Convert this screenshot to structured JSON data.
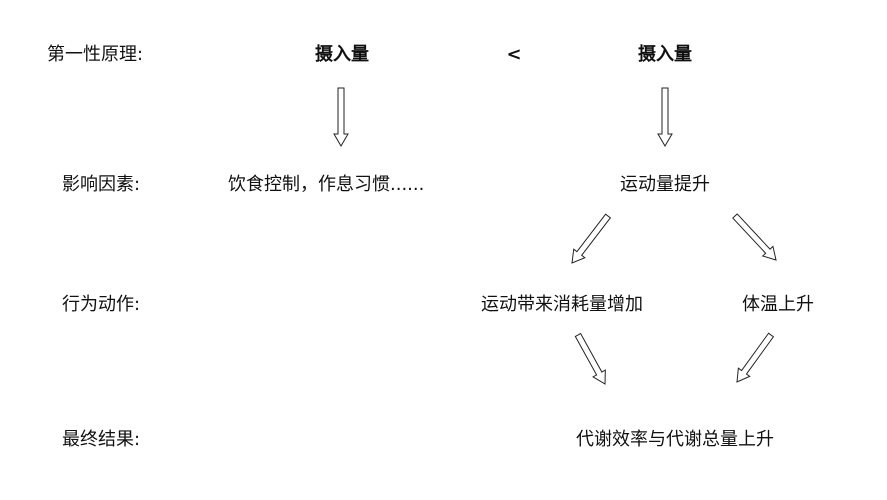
{
  "row_labels": [
    "第一性原理:",
    "影响因素:",
    "行为动作:",
    "最终结果:"
  ],
  "principle": {
    "left": "摄入量",
    "operator": "<",
    "right": "摄入量"
  },
  "factors": {
    "left": "饮食控制，作息习惯......",
    "right": "运动量提升"
  },
  "actions": {
    "left": "运动带来消耗量增加",
    "right": "体温上升"
  },
  "result": "代谢效率与代谢总量上升"
}
